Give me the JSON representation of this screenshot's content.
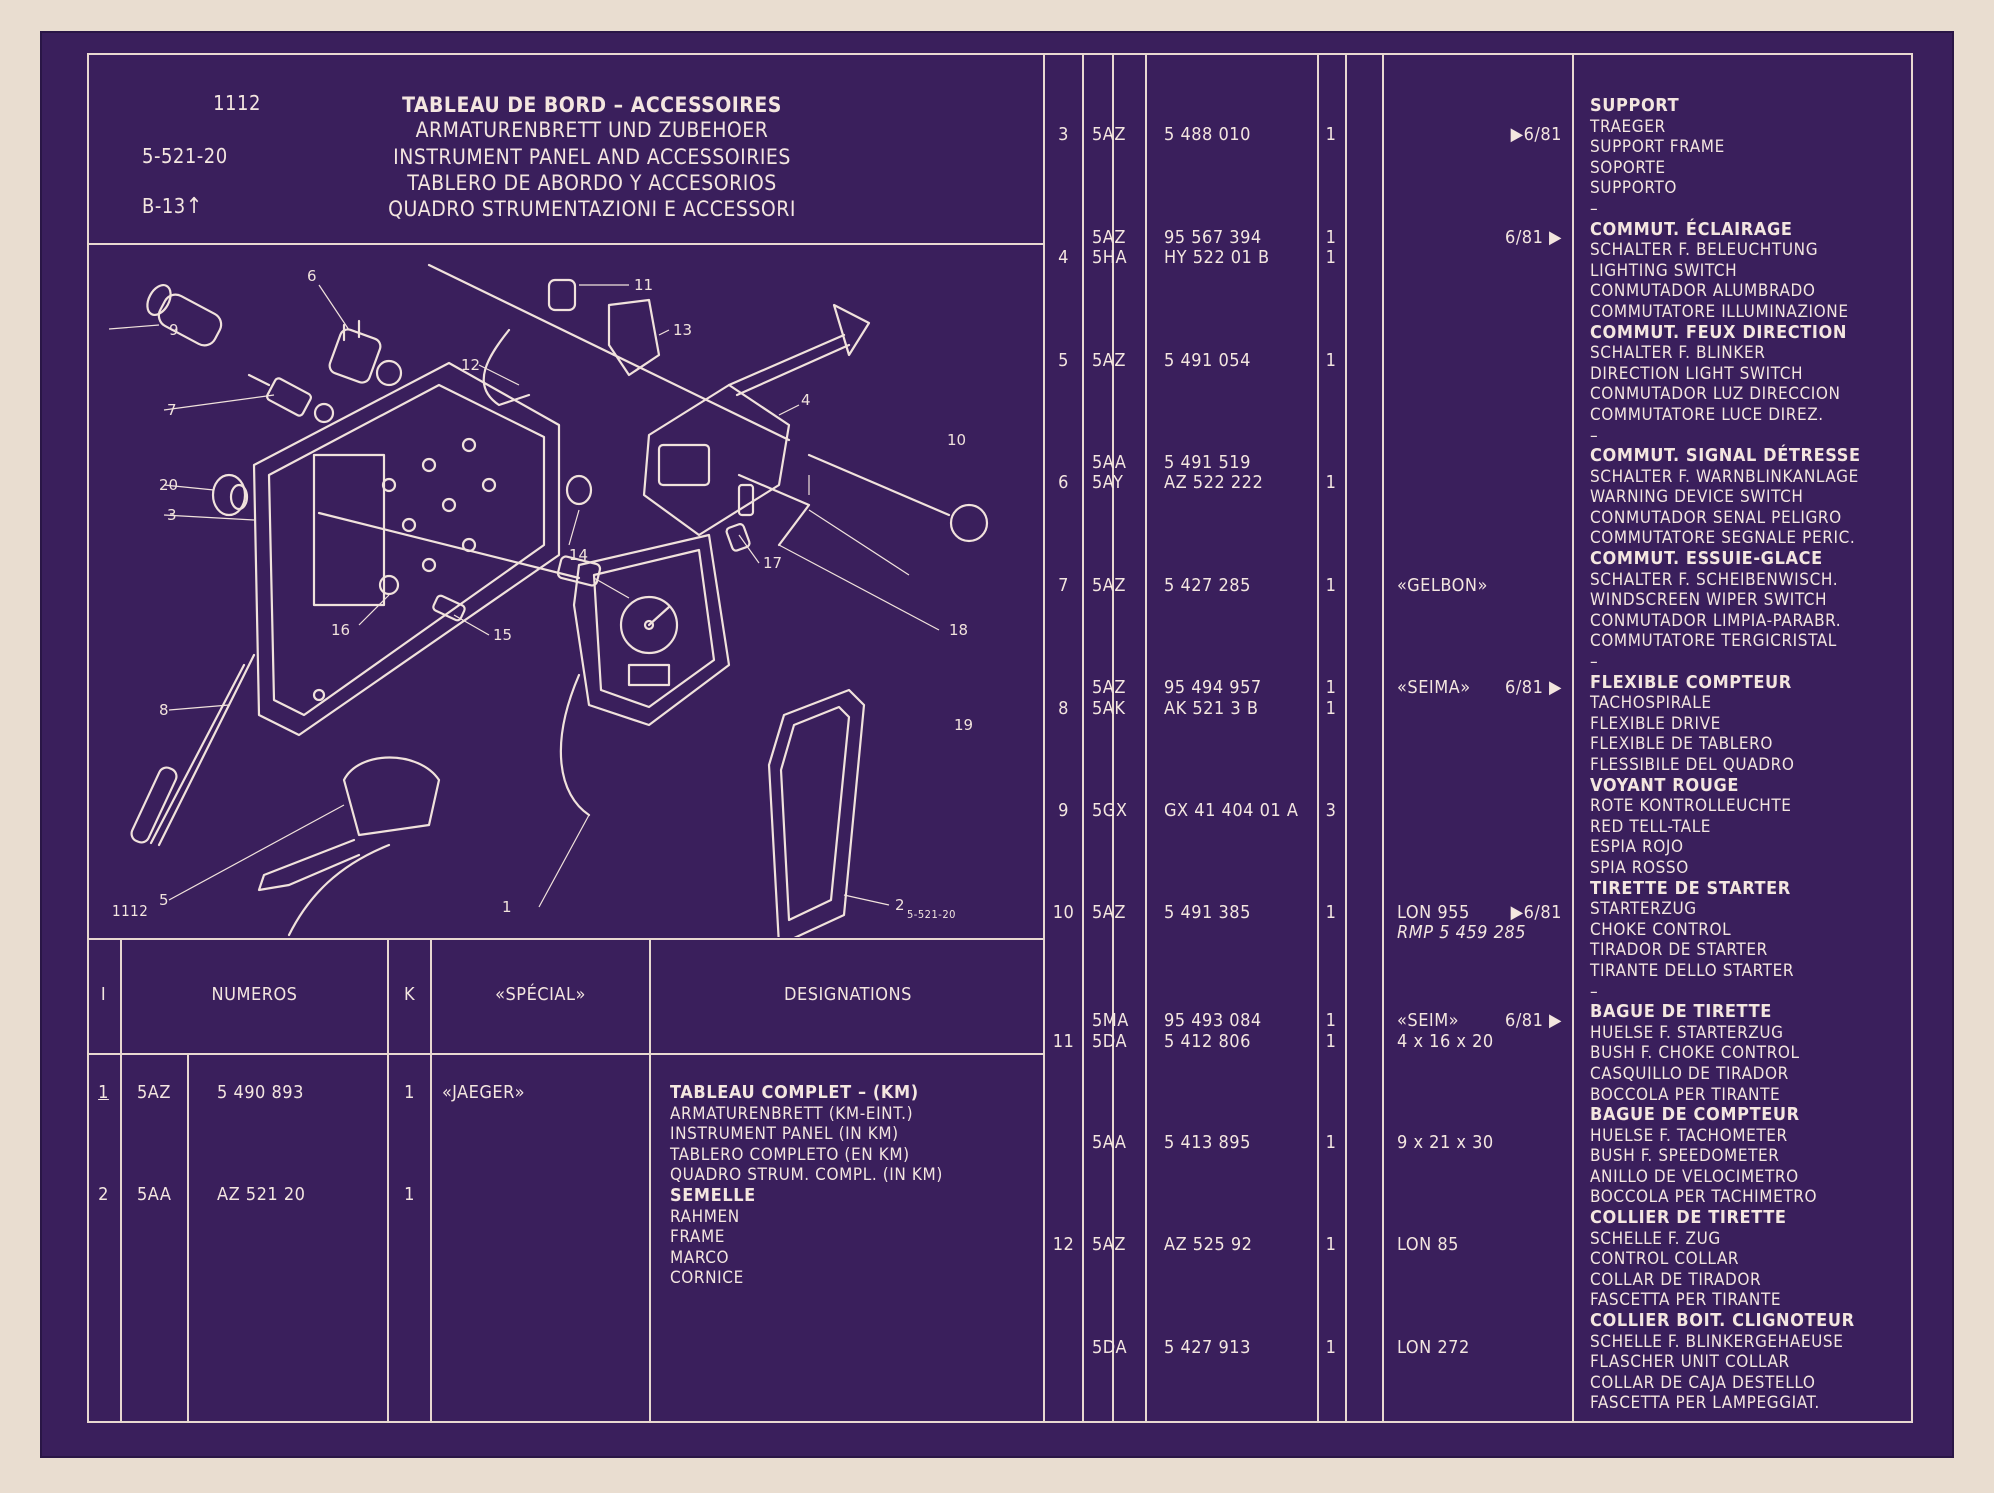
{
  "header": {
    "page_no": "1112",
    "ref": "5-521-20",
    "fig": "B-13",
    "arrow": "↑",
    "title_fr": "TABLEAU DE BORD – ACCESSOIRES",
    "title_de": "ARMATURENBRETT UND ZUBEHOER",
    "title_en": "INSTRUMENT PANEL AND ACCESSOIRIES",
    "title_es": "TABLERO DE ABORDO Y ACCESORIOS",
    "title_it": "QUADRO STRUMENTAZIONI E ACCESSORI"
  },
  "diagram": {
    "caption_left": "1112",
    "caption_right": "5-521-20",
    "labels": [
      "1",
      "2",
      "3",
      "4",
      "5",
      "6",
      "7",
      "8",
      "9",
      "10",
      "11",
      "12",
      "13",
      "14",
      "15",
      "16",
      "17",
      "18",
      "19",
      "20"
    ]
  },
  "columns": {
    "i": "I",
    "numeros": "NUMEROS",
    "k": "K",
    "special": "«SPÉCIAL»",
    "designations": "DESIGNATIONS"
  },
  "left_rows": [
    {
      "item": "1",
      "code": "5AZ",
      "number": "5 490 893",
      "k": "1",
      "special": "«JAEGER»"
    },
    {
      "item": "2",
      "code": "5AA",
      "number": "AZ 521 20",
      "k": "1",
      "special": ""
    }
  ],
  "left_desc": [
    {
      "text": "TABLEAU COMPLET – (KM)",
      "bold": true
    },
    {
      "text": "ARMATURENBRETT (KM-EINT.)",
      "bold": false
    },
    {
      "text": "INSTRUMENT PANEL (IN KM)",
      "bold": false
    },
    {
      "text": "TABLERO COMPLETO (EN KM)",
      "bold": false
    },
    {
      "text": "QUADRO STRUM. COMPL. (IN KM)",
      "bold": false
    },
    {
      "text": "SEMELLE",
      "bold": true
    },
    {
      "text": "RAHMEN",
      "bold": false
    },
    {
      "text": "FRAME",
      "bold": false
    },
    {
      "text": "MARCO",
      "bold": false
    },
    {
      "text": "CORNICE",
      "bold": false
    }
  ],
  "right_rows": [
    {
      "item": "3",
      "code": "5AZ",
      "number": "5 488 010",
      "k": "1",
      "special": "",
      "date": "▶6/81"
    },
    {
      "item": "",
      "code": "5AZ",
      "number": "95 567 394",
      "k": "1",
      "special": "",
      "date": "6/81 ▶"
    },
    {
      "item": "4",
      "code": "5HA",
      "number": "HY 522 01 B",
      "k": "1",
      "special": "",
      "date": ""
    },
    {
      "item": "5",
      "code": "5AZ",
      "number": "5 491 054",
      "k": "1",
      "special": "",
      "date": ""
    },
    {
      "item": "",
      "code": "5AA",
      "number": "5 491 519",
      "k": "",
      "special": "",
      "date": ""
    },
    {
      "item": "6",
      "code": "5AY",
      "number": "AZ 522 222",
      "k": "1",
      "special": "",
      "date": ""
    },
    {
      "item": "7",
      "code": "5AZ",
      "number": "5 427 285",
      "k": "1",
      "special": "«GELBON»",
      "date": ""
    },
    {
      "item": "",
      "code": "5AZ",
      "number": "95 494 957",
      "k": "1",
      "special": "«SEIMA»",
      "date": "6/81 ▶"
    },
    {
      "item": "8",
      "code": "5AK",
      "number": "AK 521 3 B",
      "k": "1",
      "special": "",
      "date": ""
    },
    {
      "item": "9",
      "code": "5GX",
      "number": "GX 41 404 01 A",
      "k": "3",
      "special": "",
      "date": ""
    },
    {
      "item": "10",
      "code": "5AZ",
      "number": "5 491 385",
      "k": "1",
      "special": "LON 955",
      "date": "▶6/81"
    },
    {
      "item": "",
      "code": "",
      "number": "",
      "k": "",
      "special": "RMP 5 459 285",
      "date": ""
    },
    {
      "item": "",
      "code": "5MA",
      "number": "95 493 084",
      "k": "1",
      "special": "«SEIM»",
      "date": "6/81 ▶"
    },
    {
      "item": "11",
      "code": "5DA",
      "number": "5 412 806",
      "k": "1",
      "special": "4 x 16 x 20",
      "date": ""
    },
    {
      "item": "",
      "code": "5AA",
      "number": "5 413 895",
      "k": "1",
      "special": "9 x 21 x 30",
      "date": ""
    },
    {
      "item": "12",
      "code": "5AZ",
      "number": "AZ 525 92",
      "k": "1",
      "special": "LON 85",
      "date": ""
    },
    {
      "item": "",
      "code": "5DA",
      "number": "5 427 913",
      "k": "1",
      "special": "LON 272",
      "date": ""
    }
  ],
  "right_desc": [
    {
      "text": "SUPPORT",
      "bold": true
    },
    {
      "text": "TRAEGER",
      "bold": false
    },
    {
      "text": "SUPPORT FRAME",
      "bold": false
    },
    {
      "text": "SOPORTE",
      "bold": false
    },
    {
      "text": "SUPPORTO",
      "bold": false
    },
    {
      "text": "–",
      "bold": false
    },
    {
      "text": "COMMUT. ÉCLAIRAGE",
      "bold": true
    },
    {
      "text": "SCHALTER F. BELEUCHTUNG",
      "bold": false
    },
    {
      "text": "LIGHTING SWITCH",
      "bold": false
    },
    {
      "text": "CONMUTADOR ALUMBRADO",
      "bold": false
    },
    {
      "text": "COMMUTATORE ILLUMINAZIONE",
      "bold": false
    },
    {
      "text": "COMMUT. FEUX DIRECTION",
      "bold": true
    },
    {
      "text": "SCHALTER F. BLINKER",
      "bold": false
    },
    {
      "text": "DIRECTION LIGHT SWITCH",
      "bold": false
    },
    {
      "text": "CONMUTADOR LUZ DIRECCION",
      "bold": false
    },
    {
      "text": "COMMUTATORE LUCE DIREZ.",
      "bold": false
    },
    {
      "text": "–",
      "bold": false
    },
    {
      "text": "COMMUT. SIGNAL DÉTRESSE",
      "bold": true
    },
    {
      "text": "SCHALTER F. WARNBLINKANLAGE",
      "bold": false
    },
    {
      "text": "WARNING DEVICE SWITCH",
      "bold": false
    },
    {
      "text": "CONMUTADOR SENAL PELIGRO",
      "bold": false
    },
    {
      "text": "COMMUTATORE SEGNALE PERIC.",
      "bold": false
    },
    {
      "text": "COMMUT. ESSUIE-GLACE",
      "bold": true
    },
    {
      "text": "SCHALTER F. SCHEIBENWISCH.",
      "bold": false
    },
    {
      "text": "WINDSCREEN WIPER SWITCH",
      "bold": false
    },
    {
      "text": "CONMUTADOR LIMPIA-PARABR.",
      "bold": false
    },
    {
      "text": "COMMUTATORE TERGICRISTAL",
      "bold": false
    },
    {
      "text": "–",
      "bold": false
    },
    {
      "text": "FLEXIBLE COMPTEUR",
      "bold": true
    },
    {
      "text": "TACHOSPIRALE",
      "bold": false
    },
    {
      "text": "FLEXIBLE DRIVE",
      "bold": false
    },
    {
      "text": "FLEXIBLE DE TABLERO",
      "bold": false
    },
    {
      "text": "FLESSIBILE DEL QUADRO",
      "bold": false
    },
    {
      "text": "VOYANT ROUGE",
      "bold": true
    },
    {
      "text": "ROTE KONTROLLEUCHTE",
      "bold": false
    },
    {
      "text": "RED TELL-TALE",
      "bold": false
    },
    {
      "text": "ESPIA ROJO",
      "bold": false
    },
    {
      "text": "SPIA ROSSO",
      "bold": false
    },
    {
      "text": "TIRETTE DE STARTER",
      "bold": true
    },
    {
      "text": "STARTERZUG",
      "bold": false
    },
    {
      "text": "CHOKE CONTROL",
      "bold": false
    },
    {
      "text": "TIRADOR DE STARTER",
      "bold": false
    },
    {
      "text": "TIRANTE DELLO STARTER",
      "bold": false
    },
    {
      "text": "–",
      "bold": false
    },
    {
      "text": "BAGUE DE TIRETTE",
      "bold": true
    },
    {
      "text": "HUELSE F. STARTERZUG",
      "bold": false
    },
    {
      "text": "BUSH F. CHOKE CONTROL",
      "bold": false
    },
    {
      "text": "CASQUILLO DE TIRADOR",
      "bold": false
    },
    {
      "text": "BOCCOLA PER TIRANTE",
      "bold": false
    },
    {
      "text": "BAGUE DE COMPTEUR",
      "bold": true
    },
    {
      "text": "HUELSE F. TACHOMETER",
      "bold": false
    },
    {
      "text": "BUSH F. SPEEDOMETER",
      "bold": false
    },
    {
      "text": "ANILLO DE VELOCIMETRO",
      "bold": false
    },
    {
      "text": "BOCCOLA PER TACHIMETRO",
      "bold": false
    },
    {
      "text": "COLLIER DE TIRETTE",
      "bold": true
    },
    {
      "text": "SCHELLE F. ZUG",
      "bold": false
    },
    {
      "text": "CONTROL COLLAR",
      "bold": false
    },
    {
      "text": "COLLAR DE TIRADOR",
      "bold": false
    },
    {
      "text": "FASCETTA PER TIRANTE",
      "bold": false
    },
    {
      "text": "COLLIER BOIT. CLIGNOTEUR",
      "bold": true
    },
    {
      "text": "SCHELLE F. BLINKERGEHAEUSE",
      "bold": false
    },
    {
      "text": "FLASCHER UNIT COLLAR",
      "bold": false
    },
    {
      "text": "COLLAR DE CAJA DESTELLO",
      "bold": false
    },
    {
      "text": "FASCETTA PER LAMPEGGIAT.",
      "bold": false
    }
  ]
}
